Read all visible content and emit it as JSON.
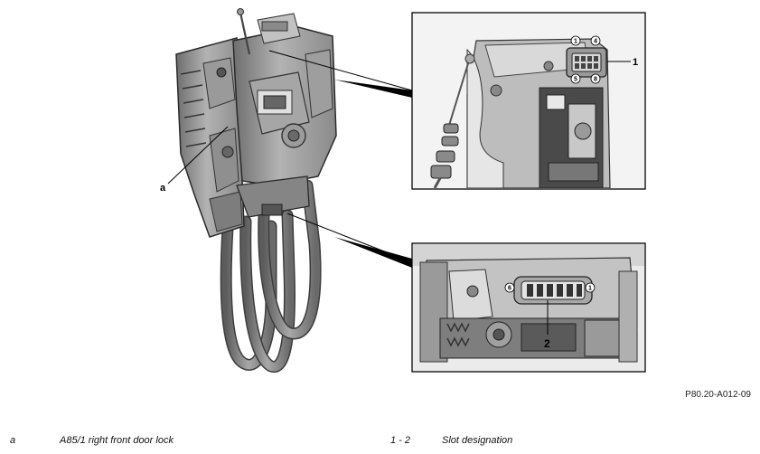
{
  "callouts": {
    "a": "a",
    "one": "1",
    "two": "2"
  },
  "pins": {
    "top_1": "1",
    "top_4": "4",
    "top_5": "5",
    "top_8": "8",
    "bottom_6": "6",
    "bottom_1": "1"
  },
  "figure_code": "P80.20-A012-09",
  "legend": [
    {
      "key": "a",
      "text": "A85/1 right front door lock"
    },
    {
      "key": "1 - 2",
      "text": "Slot designation"
    }
  ]
}
